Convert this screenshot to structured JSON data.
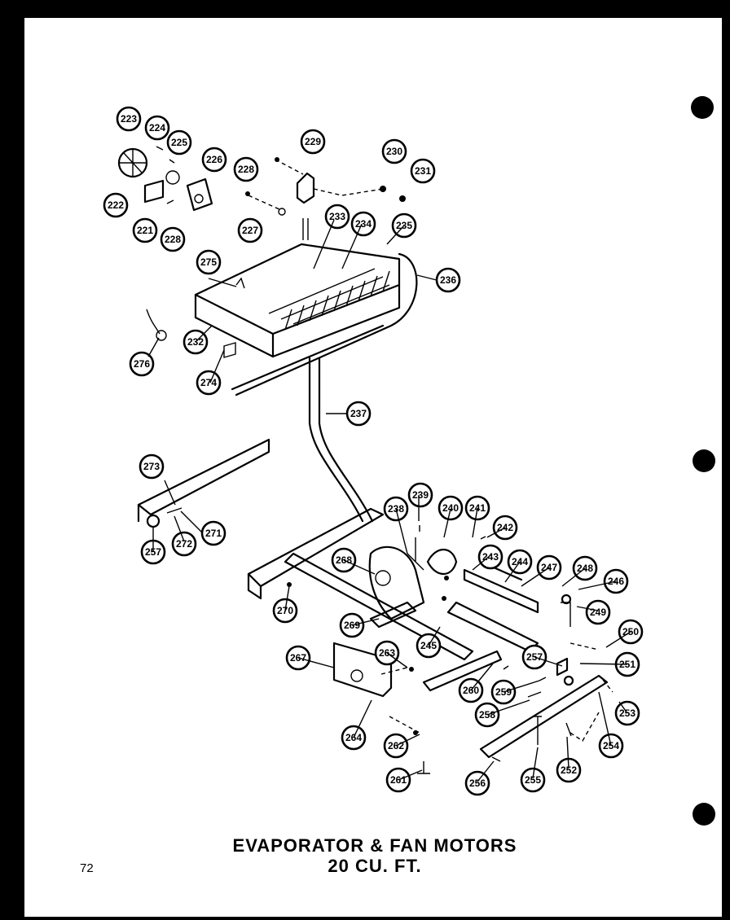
{
  "diagram": {
    "title_line1": "EVAPORATOR & FAN MOTORS",
    "title_line2": "20 CU. FT.",
    "page_number": "72",
    "callouts": [
      "221",
      "222",
      "223",
      "224",
      "225",
      "226",
      "227",
      "228",
      "228",
      "229",
      "230",
      "231",
      "232",
      "233",
      "234",
      "235",
      "236",
      "237",
      "238",
      "239",
      "240",
      "241",
      "242",
      "243",
      "244",
      "245",
      "246",
      "247",
      "248",
      "249",
      "250",
      "251",
      "252",
      "253",
      "254",
      "255",
      "256",
      "257",
      "257",
      "258",
      "259",
      "260",
      "261",
      "262",
      "263",
      "264",
      "267",
      "268",
      "269",
      "270",
      "271",
      "272",
      "273",
      "274",
      "275",
      "276"
    ]
  }
}
